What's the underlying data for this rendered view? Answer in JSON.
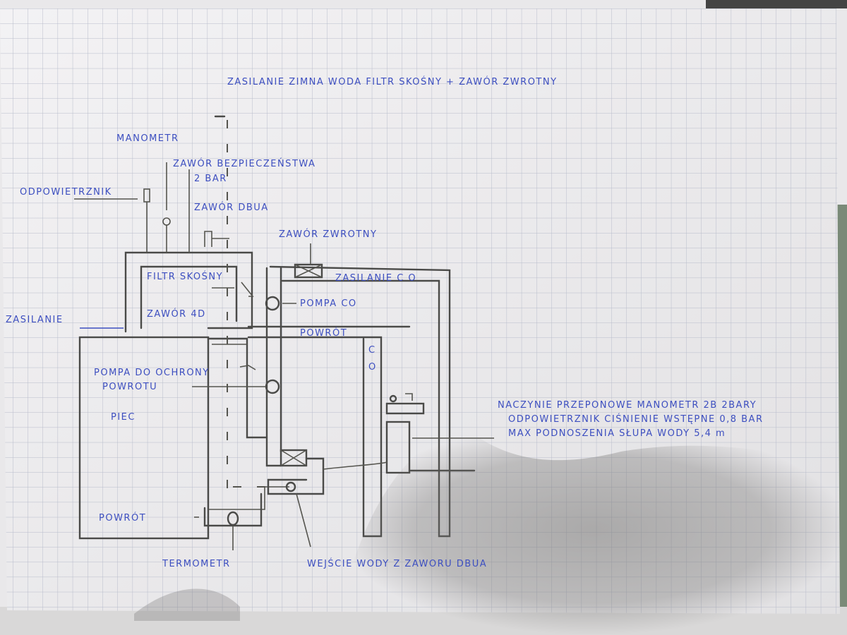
{
  "title": "ZASILANIE ZIMNA WODA   FILTR SKOŚNY + ZAWÓR ZWROTNY",
  "labels": {
    "manometr": "MANOMETR",
    "safety_valve": "ZAWÓR BEZPIECZEŃSTWA",
    "safety_valve_pressure": "2 BAR",
    "air_vent": "ODPOWIETRZNIK",
    "zawor_dbua": "ZAWÓR DBUA",
    "check_valve": "ZAWÓR ZWROTNY",
    "filter": "FILTR SKOŚNY",
    "supply_co": "ZASILANIE C O",
    "pump_co": "POMPA CO",
    "valve_4d": "ZAWÓR 4D",
    "supply": "ZASILANIE",
    "return_co": "POWRÓT",
    "co_c": "C",
    "co_o": "O",
    "return_pump_1": "POMPA DO OCHRONY",
    "return_pump_2": "POWROTU",
    "boiler": "PIEC",
    "return_boiler": "POWRÓT",
    "thermometer": "TERMOMETR",
    "water_inlet": "WEJŚCIE WODY Z ZAWORU DBUA"
  },
  "expansion_note": [
    "NACZYNIE PRZEPONOWE MANOMETR 2B 2BARY",
    "ODPOWIETRZNIK CIŚNIENIE WSTĘPNE 0,8 BAR",
    "MAX PODNOSZENIA SŁUPA WODY 5,4 m"
  ],
  "colors": {
    "paper": "#eeedf0",
    "grid": "#b8bccb",
    "ink": "#3d4fc0",
    "pencil": "#4a4a48"
  }
}
